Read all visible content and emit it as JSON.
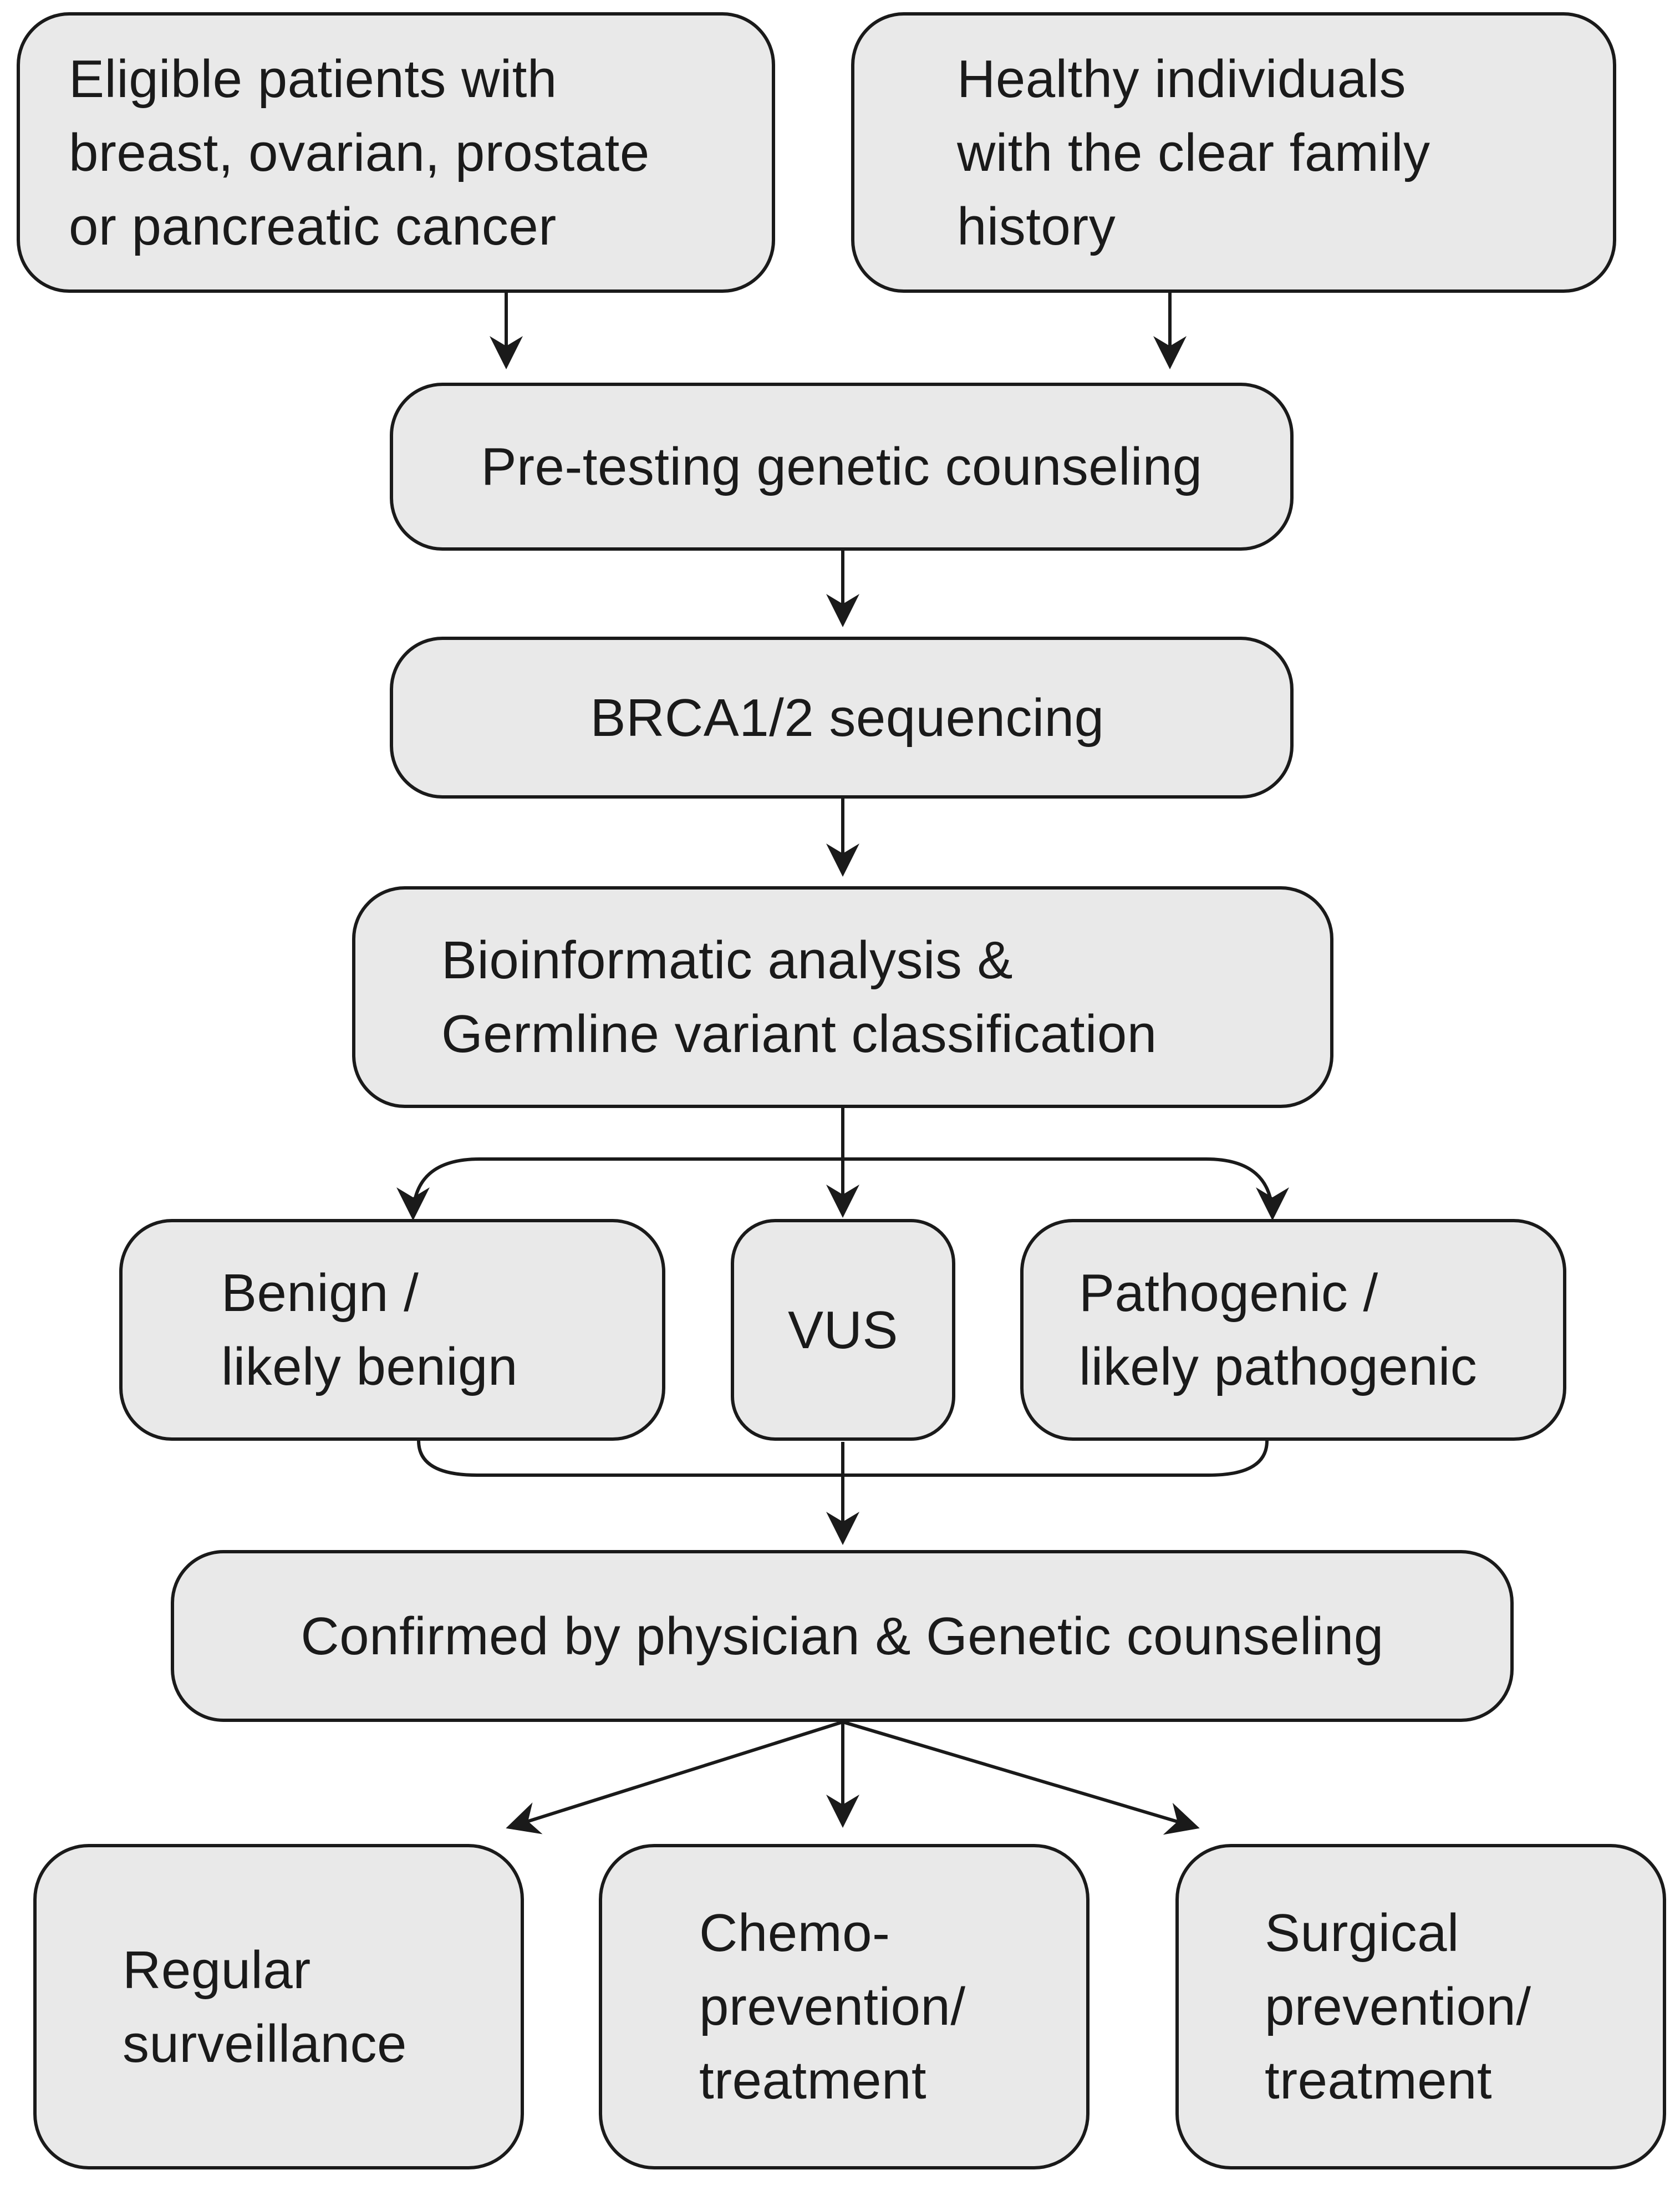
{
  "nodes": {
    "eligible_patients": [
      "Eligible patients with",
      "breast, ovarian, prostate",
      "or pancreatic cancer"
    ],
    "healthy_individuals": [
      "Healthy individuals",
      "with the clear family",
      "history"
    ],
    "pre_testing": [
      "Pre-testing genetic counseling"
    ],
    "sequencing": [
      "BRCA1/2 sequencing"
    ],
    "bioinformatic": [
      "Bioinformatic analysis &",
      "Germline variant classification"
    ],
    "benign": [
      "Benign /",
      "likely benign"
    ],
    "vus": [
      "VUS"
    ],
    "pathogenic": [
      "Pathogenic /",
      "likely pathogenic"
    ],
    "confirmed": [
      "Confirmed by physician & Genetic counseling"
    ],
    "surveillance": [
      "Regular",
      "surveillance"
    ],
    "chemo": [
      "Chemo-",
      "prevention/",
      "treatment"
    ],
    "surgical": [
      "Surgical",
      "prevention/",
      "treatment"
    ]
  },
  "colors": {
    "box_fill": "#e9e9e9",
    "stroke": "#1a1a1a"
  }
}
